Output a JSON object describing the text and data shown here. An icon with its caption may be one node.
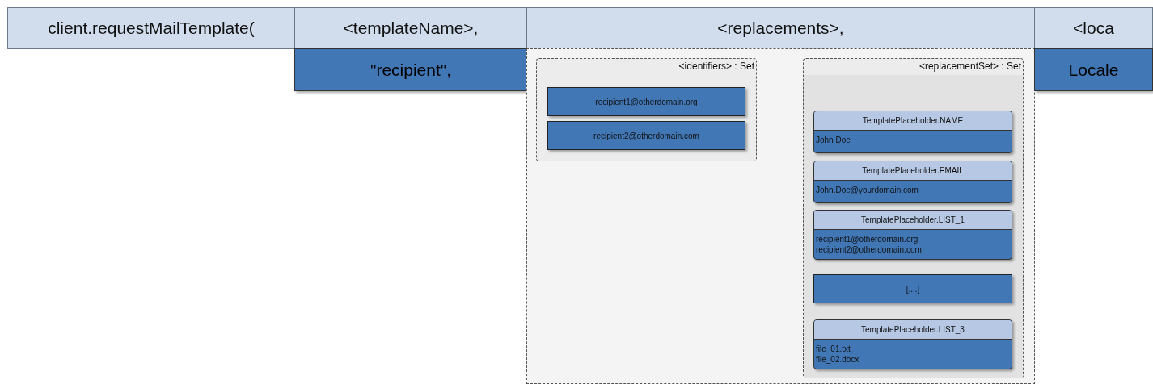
{
  "diagram": {
    "nodes": [
      {
        "text": [
          "client.requestMailTemplate("
        ]
      },
      {
        "text": [
          "<templateName>,"
        ]
      },
      {
        "text": [
          "<replacements>,"
        ]
      },
      {
        "text": [
          "<loca"
        ]
      },
      {
        "text": [
          "\"recipient\","
        ]
      },
      {
        "text": [],
        "shape": "box"
      },
      {
        "text": [
          "<identifiers> : Set"
        ],
        "in": 5
      },
      {
        "text": [
          "recipient1@otherdomain.org"
        ],
        "in": 6
      },
      {
        "text": [
          "recipient2@otherdomain.com"
        ],
        "in": 6
      },
      {
        "text": [
          "<replacementSet> : Set"
        ],
        "in": 5
      },
      {
        "text": [
          "TemplatePlaceholder.NAME",
          "John Doe"
        ],
        "in": 9
      },
      {
        "text": [
          "TemplatePlaceholder.EMAIL",
          "John.Doe@yourdomain.com"
        ],
        "in": 9
      },
      {
        "text": [
          "TemplatePlaceholder.LIST_1",
          "recipient1@otherdomain.org",
          "recipient2@otherdomain.com"
        ],
        "in": 9
      },
      {
        "text": [
          "[....]"
        ],
        "in": 9
      },
      {
        "text": [
          "TemplatePlaceholder.LIST_3",
          "file_01.txt",
          "file_02.docx"
        ],
        "in": 9
      },
      {
        "text": [
          "Locale"
        ]
      }
    ],
    "edges": []
  }
}
